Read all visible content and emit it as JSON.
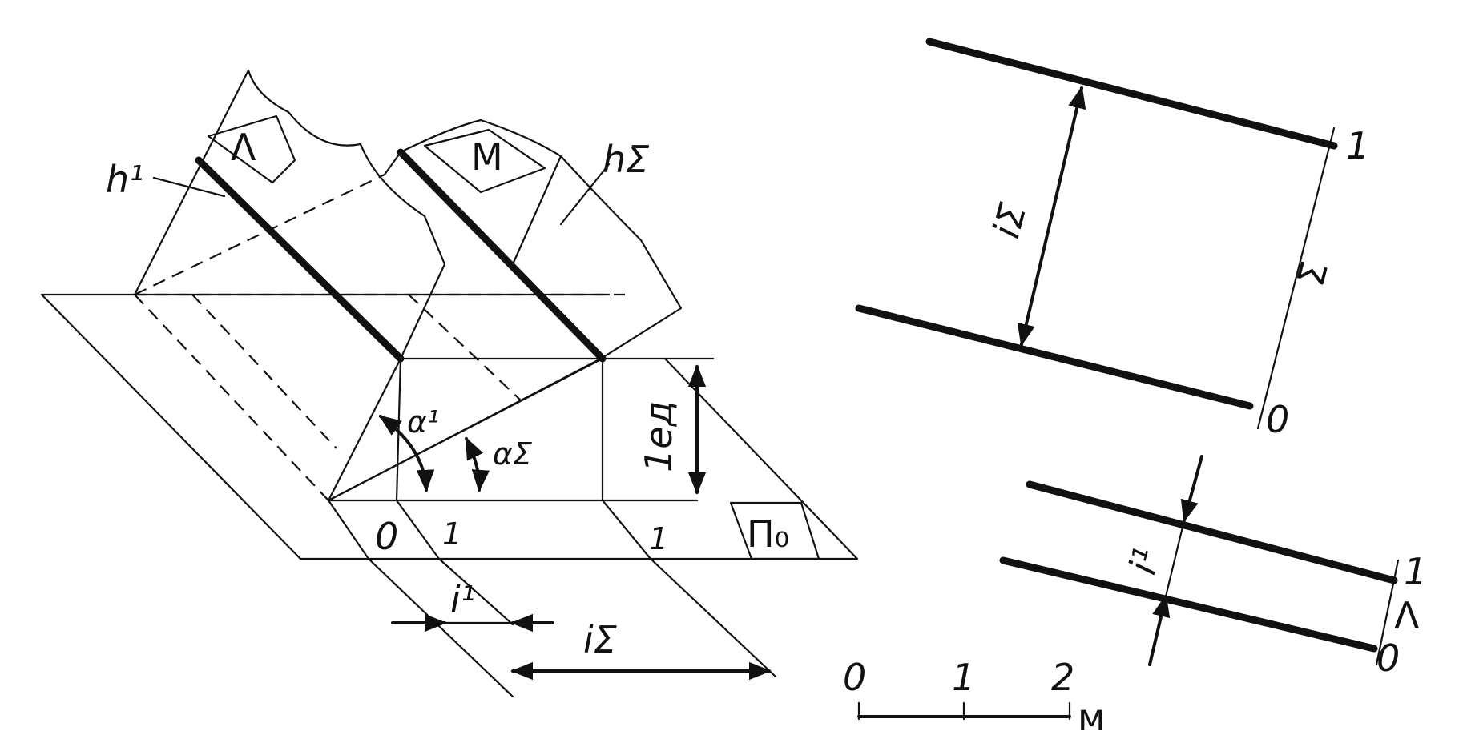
{
  "left_view": {
    "plane_lambda_label": "Λ",
    "plane_m_label": "M",
    "plane_pi0_label": "Π₀",
    "h1_label": "h¹",
    "h_sigma_label": "hΣ",
    "alpha1_label": "α¹",
    "alpha_sigma_label": "αΣ",
    "unit_height_label": "1ед",
    "grad0_label": "0",
    "grad1a_label": "1",
    "grad1b_label": "1",
    "i1_label": "i¹",
    "i_sigma_label": "iΣ"
  },
  "right_top": {
    "i_sigma_label": "iΣ",
    "mark1_label": "1",
    "mark0_label": "0",
    "sigma_label": "Σ"
  },
  "right_bottom": {
    "i1_label": "i¹",
    "mark1_label": "1",
    "mark0_label": "0",
    "lambda_label": "Λ"
  },
  "scale_bar": {
    "ticks": [
      "0",
      "1",
      "2"
    ],
    "unit": "м"
  }
}
